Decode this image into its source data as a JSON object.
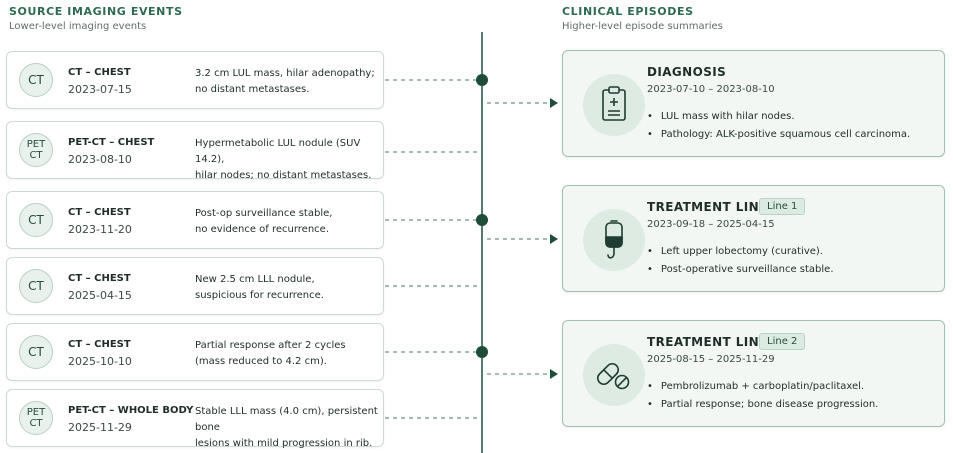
{
  "source": {
    "title": "SOURCE IMAGING EVENTS",
    "subtitle": "Lower-level imaging events",
    "events": [
      {
        "badge": "CT",
        "modality": "CT – CHEST",
        "date": "2023-07-15",
        "desc": [
          "3.2 cm LUL mass, hilar adenopathy;",
          "no distant metastases."
        ]
      },
      {
        "badge": "PET\nCT",
        "modality": "PET-CT – CHEST",
        "date": "2023-08-10",
        "desc": [
          "Hypermetabolic LUL nodule (SUV 14.2),",
          "hilar nodes; no distant metastases."
        ]
      },
      {
        "badge": "CT",
        "modality": "CT – CHEST",
        "date": "2023-11-20",
        "desc": [
          "Post-op surveillance stable,",
          "no evidence of recurrence."
        ]
      },
      {
        "badge": "CT",
        "modality": "CT – CHEST",
        "date": "2025-04-15",
        "desc": [
          "New 2.5 cm LLL nodule,",
          "suspicious for recurrence."
        ]
      },
      {
        "badge": "CT",
        "modality": "CT – CHEST",
        "date": "2025-10-10",
        "desc": [
          "Partial response after 2 cycles",
          "(mass reduced to 4.2 cm)."
        ]
      },
      {
        "badge": "PET\nCT",
        "modality": "PET-CT – WHOLE BODY",
        "date": "2025-11-29",
        "desc": [
          "Stable LLL mass (4.0 cm), persistent bone",
          "lesions with mild progression in rib."
        ]
      }
    ]
  },
  "episodes": {
    "title": "CLINICAL EPISODES",
    "subtitle": "Higher-level episode summaries",
    "items": [
      {
        "icon": "clipboard-icon",
        "title": "DIAGNOSIS",
        "tag": "",
        "date": "2023-07-10 – 2023-08-10",
        "bullets": [
          "LUL mass with hilar nodes.",
          "Pathology: ALK-positive squamous cell carcinoma."
        ]
      },
      {
        "icon": "iv-bag-icon",
        "title": "TREATMENT LINE",
        "tag": "Line 1",
        "date": "2023-09-18 – 2025-04-15",
        "bullets": [
          "Left upper lobectomy (curative).",
          "Post-operative surveillance stable."
        ]
      },
      {
        "icon": "pills-icon",
        "title": "TREATMENT LINE",
        "tag": "Line 2",
        "date": "2025-08-15 – 2025-11-29",
        "bullets": [
          "Pembrolizumab + carboplatin/paclitaxel.",
          "Partial response; bone disease progression."
        ]
      }
    ]
  },
  "colors": {
    "accent": "#2e6b52",
    "line": "#1e4d3a",
    "card_border": "#cfd9d3",
    "episode_bg": "#f2f7f4"
  }
}
